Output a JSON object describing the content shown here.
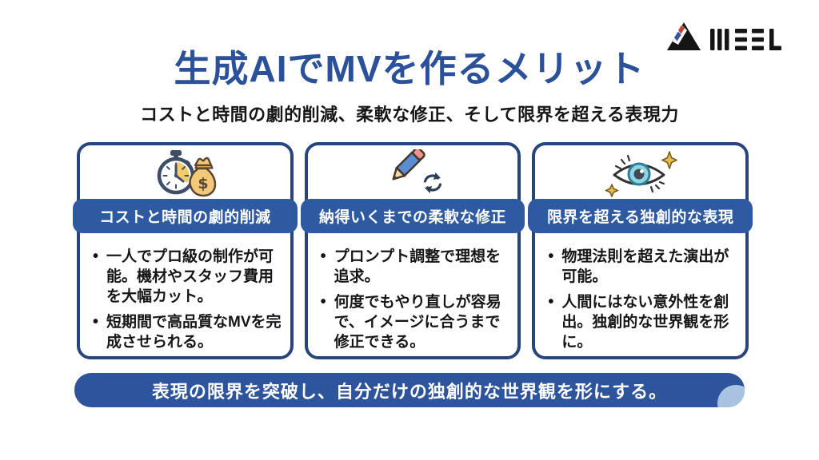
{
  "logo": {
    "name": "MEEL",
    "icon": "meel-mountain-logo"
  },
  "header": {
    "title": "生成AIでMVを作るメリット",
    "subtitle": "コストと時間の劇的削減、柔軟な修正、そして限界を超える表現力"
  },
  "cards": [
    {
      "icon": "stopwatch-moneybag-icon",
      "heading": "コストと時間の劇的削減",
      "bullets": [
        "一人でプロ級の制作が可能。機材やスタッフ費用を大幅カット。",
        "短期間で高品質なMVを完成させられる。"
      ]
    },
    {
      "icon": "pencil-refresh-icon",
      "heading": "納得いくまでの柔軟な修正",
      "bullets": [
        "プロンプト調整で理想を追求。",
        "何度でもやり直しが容易で、イメージに合うまで修正できる。"
      ]
    },
    {
      "icon": "eye-sparkles-icon",
      "heading": "限界を超える独創的な表現",
      "bullets": [
        "物理法則を超えた演出が可能。",
        "人間にはない意外性を創出。独創的な世界観を形に。"
      ]
    }
  ],
  "footer": {
    "message": "表現の限界を突破し、自分だけの独創的な世界観を形にする。"
  },
  "colors": {
    "title_blue": "#2a5199",
    "card_border": "#27457c",
    "pill_bg": "#2e5aa2",
    "bar_bg": "#2e549c",
    "curl_light_blue": "#a9c2e2",
    "icon_gold": "#f2c879",
    "icon_navy": "#3d4f66",
    "text_black": "#161616"
  }
}
